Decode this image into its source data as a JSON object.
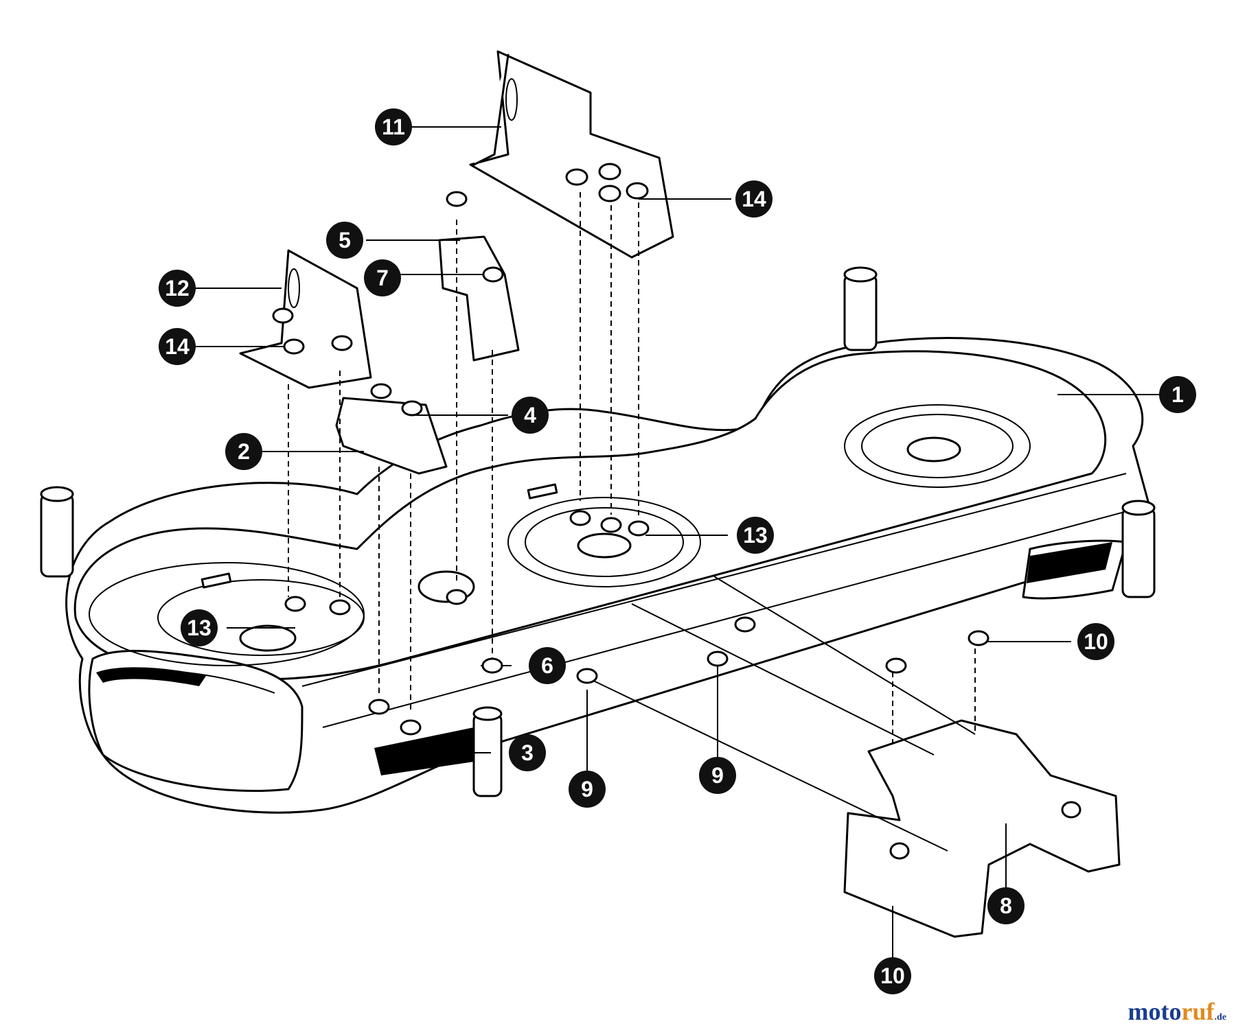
{
  "diagram": {
    "callouts": [
      {
        "id": "c1",
        "label": "1"
      },
      {
        "id": "c2",
        "label": "2"
      },
      {
        "id": "c3",
        "label": "3"
      },
      {
        "id": "c4",
        "label": "4"
      },
      {
        "id": "c5",
        "label": "5"
      },
      {
        "id": "c6",
        "label": "6"
      },
      {
        "id": "c7",
        "label": "7"
      },
      {
        "id": "c8",
        "label": "8"
      },
      {
        "id": "c9a",
        "label": "9"
      },
      {
        "id": "c9b",
        "label": "9"
      },
      {
        "id": "c10a",
        "label": "10"
      },
      {
        "id": "c10b",
        "label": "10"
      },
      {
        "id": "c11",
        "label": "11"
      },
      {
        "id": "c12",
        "label": "12"
      },
      {
        "id": "c13a",
        "label": "13"
      },
      {
        "id": "c13b",
        "label": "13"
      },
      {
        "id": "c14a",
        "label": "14"
      },
      {
        "id": "c14b",
        "label": "14"
      }
    ]
  },
  "watermark": {
    "part1": "moto",
    "part2": "ruf",
    "part3": ".de"
  }
}
